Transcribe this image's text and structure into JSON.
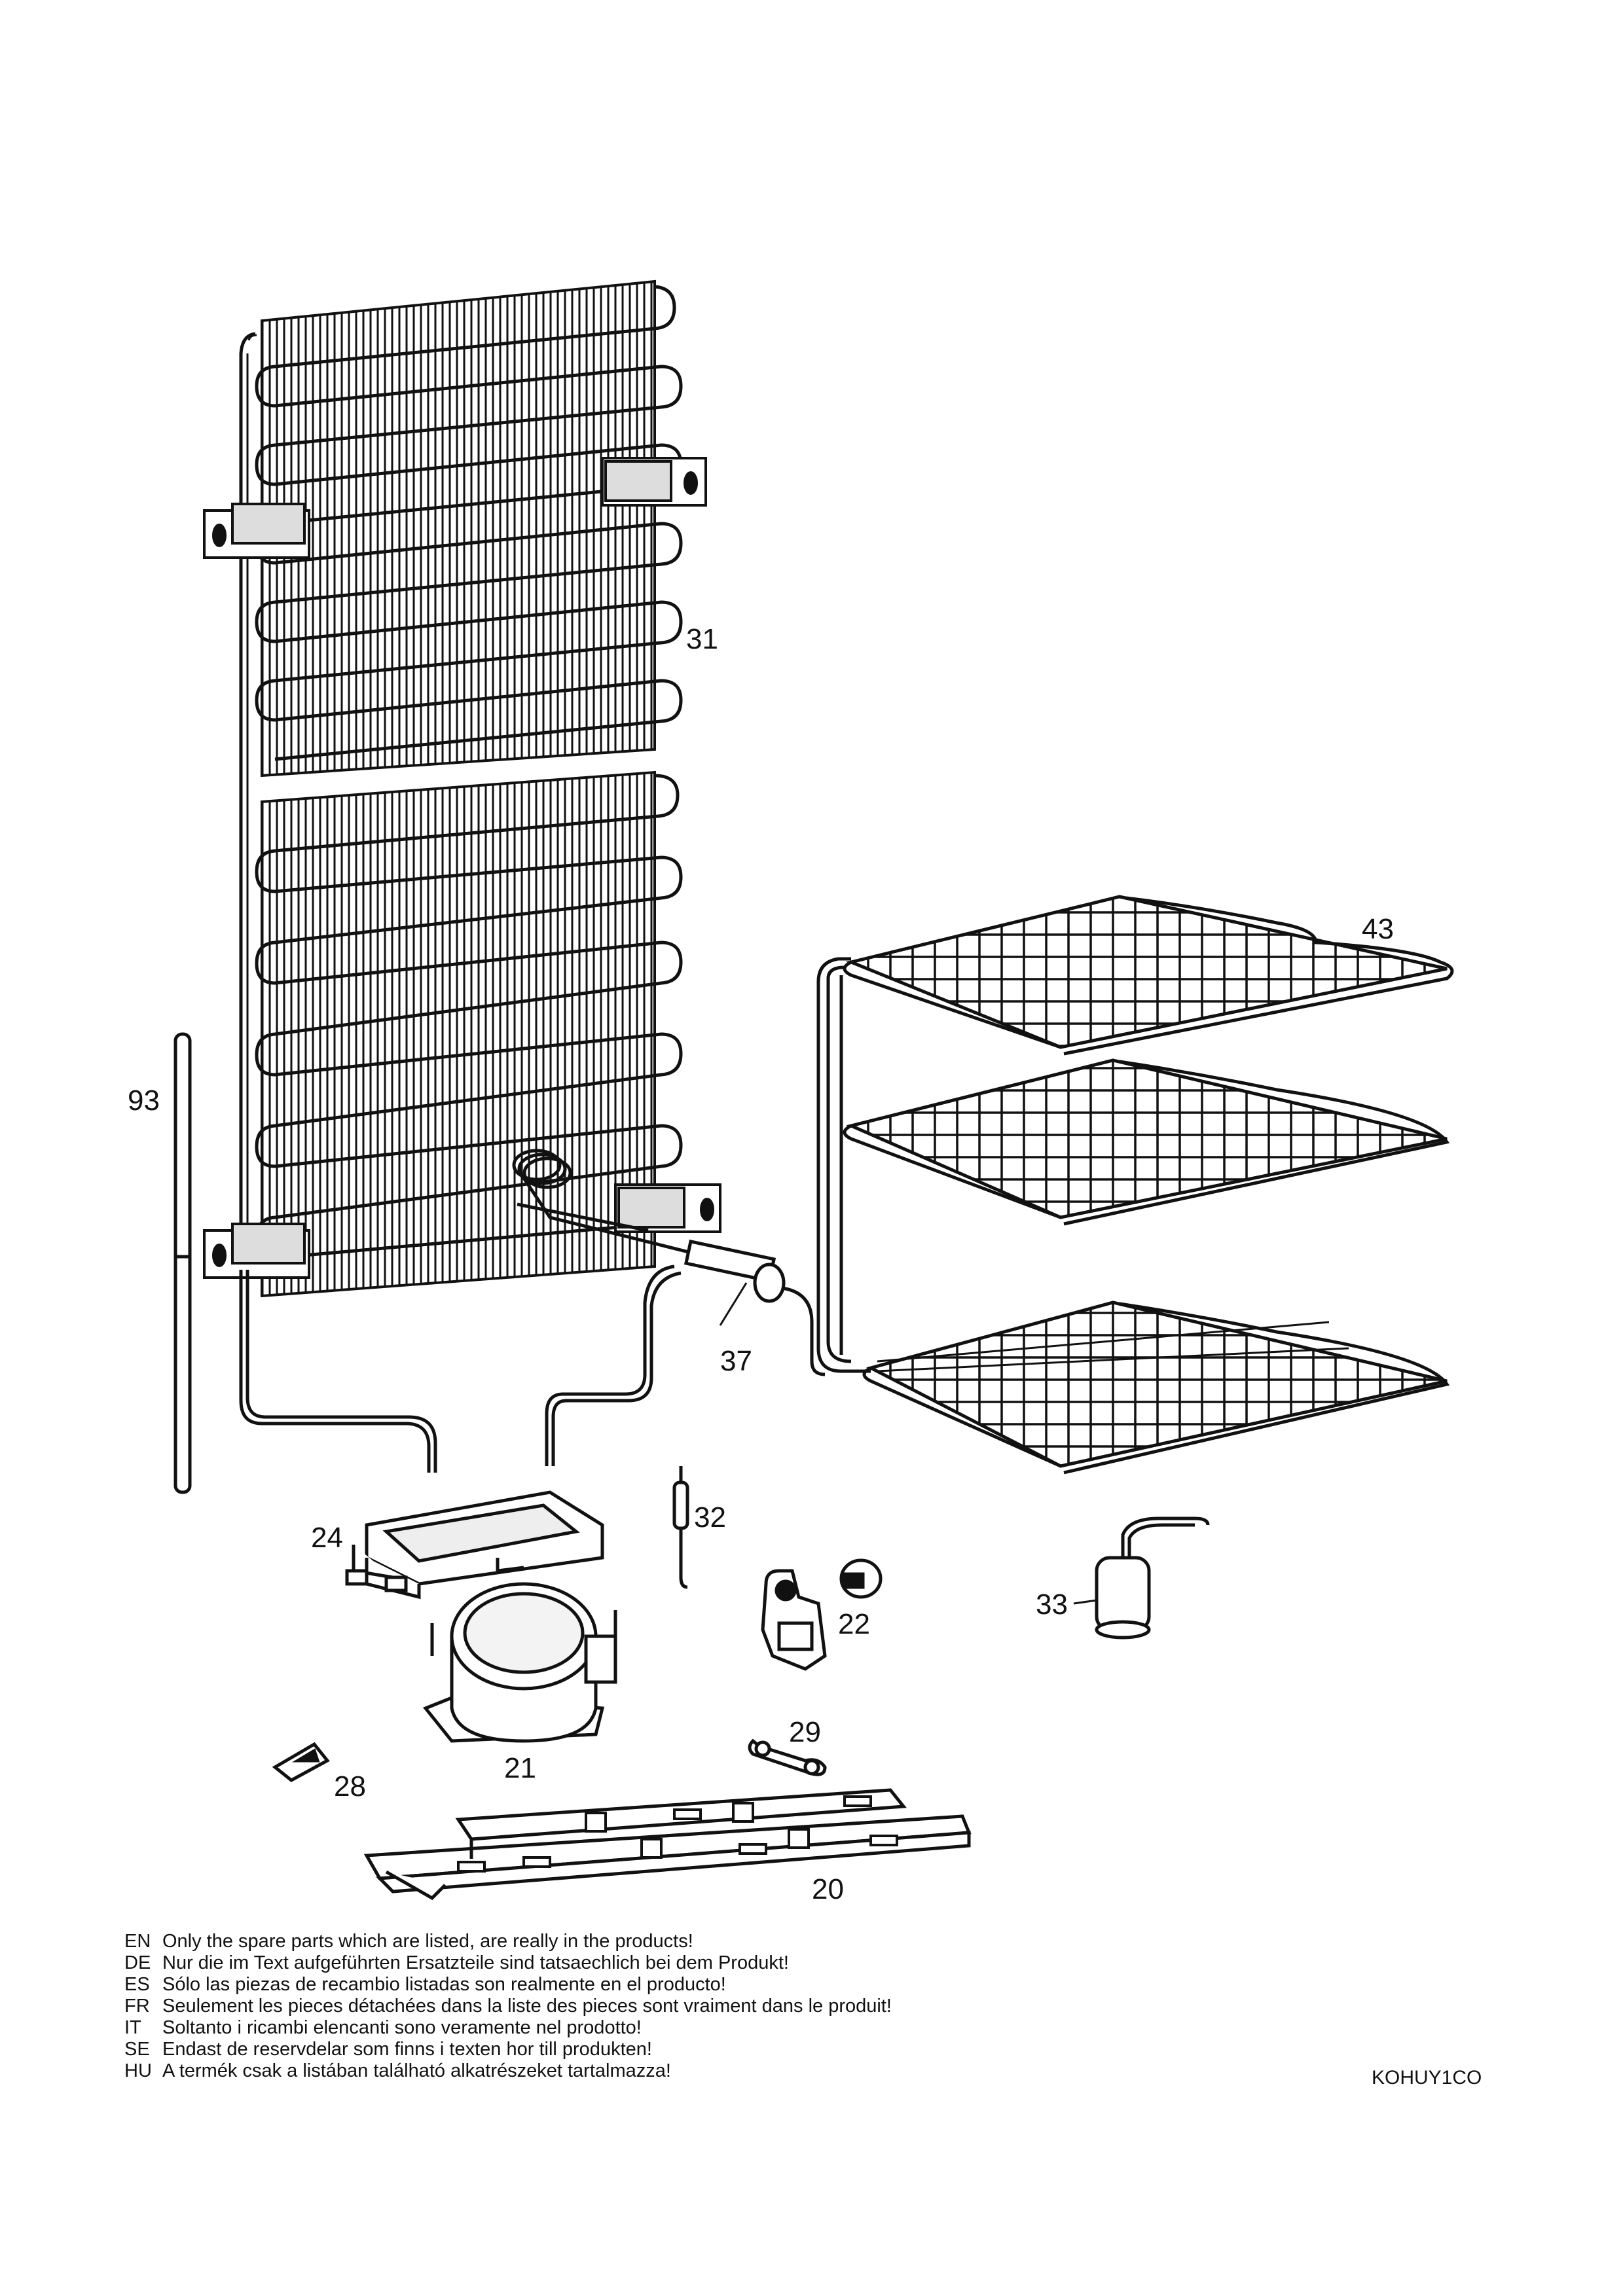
{
  "callouts": {
    "p31": "31",
    "p43": "43",
    "p93": "93",
    "p37": "37",
    "p32": "32",
    "p24": "24",
    "p22": "22",
    "p33": "33",
    "p21": "21",
    "p29": "29",
    "p28": "28",
    "p20": "20"
  },
  "notes": [
    {
      "lang": "EN",
      "text": "Only the spare parts which are listed, are really in the products!"
    },
    {
      "lang": "DE",
      "text": "Nur die im Text aufgeführten Ersatzteile sind tatsaechlich bei dem Produkt!"
    },
    {
      "lang": "ES",
      "text": "Sólo las piezas de recambio  listadas son realmente en el producto!"
    },
    {
      "lang": "FR",
      "text": "Seulement les pieces détachées dans la liste des pieces sont vraiment dans le produit!"
    },
    {
      "lang": "IT",
      "text": "Soltanto i ricambi elencanti sono veramente nel prodotto!"
    },
    {
      "lang": "SE",
      "text": "Endast de reservdelar som finns i texten hor till produkten!"
    },
    {
      "lang": "HU",
      "text": "A termék csak a listában található alkatrészeket tartalmazza!"
    }
  ],
  "diagram_code": "KOHUY1CO",
  "colors": {
    "ink": "#111111",
    "paper": "#ffffff"
  }
}
